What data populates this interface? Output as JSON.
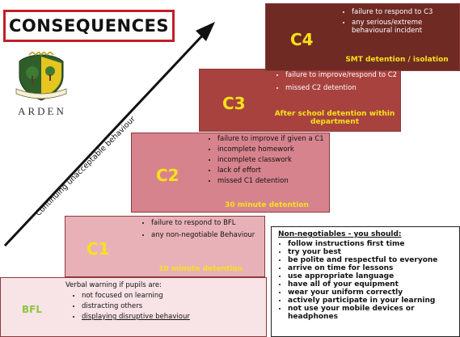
{
  "title": "CONSEQUENCES",
  "school": {
    "name": "ARDEN",
    "crest_icon": "school-crest-icon"
  },
  "arrow_label": "Continuing unacceptable behaviour",
  "levels": {
    "bfl": {
      "code": "BFL",
      "intro": "Verbal warning if pupils are:",
      "items": [
        "not focused on learning",
        "distracting others",
        "displaying disruptive behaviour"
      ]
    },
    "c1": {
      "code": "C1",
      "items": [
        "failure to respond to BFL",
        "any non-negotiable Behaviour"
      ],
      "sanction": "10 minute detention"
    },
    "c2": {
      "code": "C2",
      "items": [
        "failure to improve if given a C1",
        "incomplete homework",
        "incomplete classwork",
        "lack of effort",
        "missed C1 detention"
      ],
      "sanction": "30 minute detention"
    },
    "c3": {
      "code": "C3",
      "items": [
        "failure to improve/respond to C2",
        "missed C2 detention"
      ],
      "sanction": "After school detention within department"
    },
    "c4": {
      "code": "C4",
      "items": [
        "failure to respond to C3",
        "any serious/extreme behavioural incident"
      ],
      "sanction": "SMT detention / isolation"
    }
  },
  "non_negotiables": {
    "title": "Non-negotiables - you should:",
    "items": [
      "follow instructions first time",
      "try your best",
      "be polite and respectful to everyone",
      "arrive on time for lessons",
      "use appropriate language",
      "have all of your equipment",
      "wear your uniform correctly",
      "actively participate in your learning",
      "not use your mobile devices or headphones"
    ]
  },
  "colors": {
    "accent_red": "#c0202a",
    "bfl": "#f8e3e6",
    "c1": "#e8b1b8",
    "c2": "#d7838d",
    "c3": "#a8423f",
    "c4": "#6f2a24",
    "code_yellow": "#f7e21a",
    "bfl_green": "#8fc43f"
  }
}
